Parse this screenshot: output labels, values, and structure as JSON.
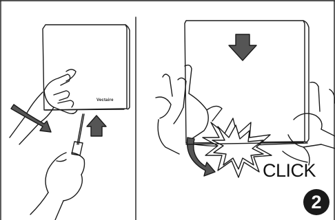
{
  "step": {
    "brand": "Vectaire",
    "sound": "CLICK",
    "number": "2"
  },
  "colors": {
    "ink": "#1a1a1a",
    "fill": "#555555",
    "background": "#ffffff"
  },
  "icons": [
    "hand-icon",
    "screwdriver-icon",
    "arrow-up-icon",
    "arrow-down-icon",
    "rotate-arrow-icon",
    "click-burst-icon"
  ]
}
